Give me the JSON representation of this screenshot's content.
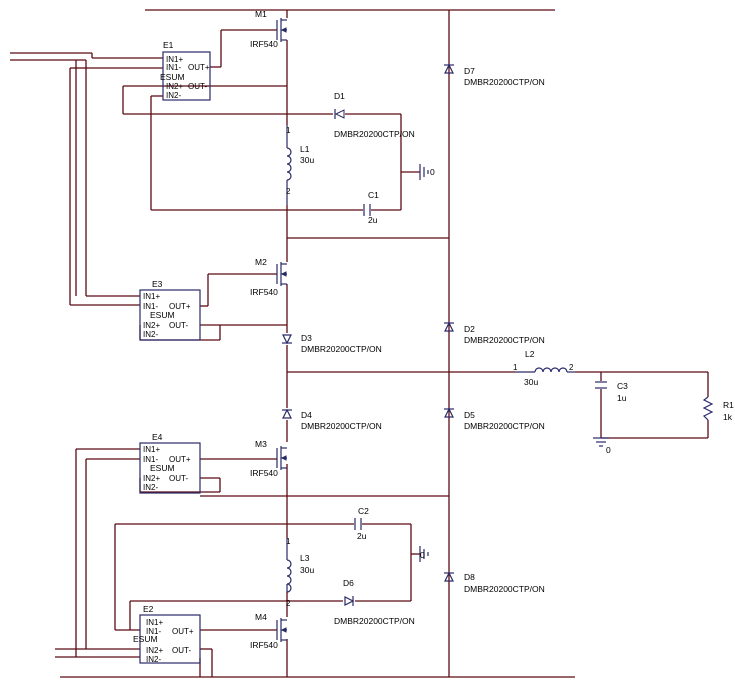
{
  "mosfets": [
    {
      "ref": "M1",
      "model": "IRF540"
    },
    {
      "ref": "M2",
      "model": "IRF540"
    },
    {
      "ref": "M3",
      "model": "IRF540"
    },
    {
      "ref": "M4",
      "model": "IRF540"
    }
  ],
  "esum_blocks": [
    {
      "ref": "E1",
      "name": "ESUM",
      "pins": [
        "IN1+",
        "IN1-",
        "OUT+",
        "IN2+",
        "OUT-",
        "IN2-"
      ]
    },
    {
      "ref": "E3",
      "name": "ESUM",
      "pins": [
        "IN1+",
        "IN1-",
        "OUT+",
        "IN2+",
        "OUT-",
        "IN2-"
      ]
    },
    {
      "ref": "E4",
      "name": "ESUM",
      "pins": [
        "IN1+",
        "IN1-",
        "OUT+",
        "IN2+",
        "OUT-",
        "IN2-"
      ]
    },
    {
      "ref": "E2",
      "name": "ESUM",
      "pins": [
        "IN1+",
        "IN1-",
        "OUT+",
        "IN2+",
        "OUT-",
        "IN2-"
      ]
    }
  ],
  "diodes": [
    {
      "ref": "D1",
      "model": "DMBR20200CTP/ON"
    },
    {
      "ref": "D2",
      "model": "DMBR20200CTP/ON"
    },
    {
      "ref": "D3",
      "model": "DMBR20200CTP/ON"
    },
    {
      "ref": "D4",
      "model": "DMBR20200CTP/ON"
    },
    {
      "ref": "D5",
      "model": "DMBR20200CTP/ON"
    },
    {
      "ref": "D6",
      "model": "DMBR20200CTP/ON"
    },
    {
      "ref": "D7",
      "model": "DMBR20200CTP/ON"
    },
    {
      "ref": "D8",
      "model": "DMBR20200CTP/ON"
    }
  ],
  "inductors": [
    {
      "ref": "L1",
      "value": "30u",
      "pin1": "1",
      "pin2": "2"
    },
    {
      "ref": "L2",
      "value": "30u",
      "pin1": "1",
      "pin2": "2"
    },
    {
      "ref": "L3",
      "value": "30u",
      "pin1": "1",
      "pin2": "2"
    }
  ],
  "capacitors": [
    {
      "ref": "C1",
      "value": "2u"
    },
    {
      "ref": "C2",
      "value": "2u"
    },
    {
      "ref": "C3",
      "value": "1u"
    }
  ],
  "resistors": [
    {
      "ref": "R1",
      "value": "1k"
    }
  ],
  "grounds": [
    {
      "label": "0"
    },
    {
      "label": "0"
    },
    {
      "label": "0"
    }
  ]
}
